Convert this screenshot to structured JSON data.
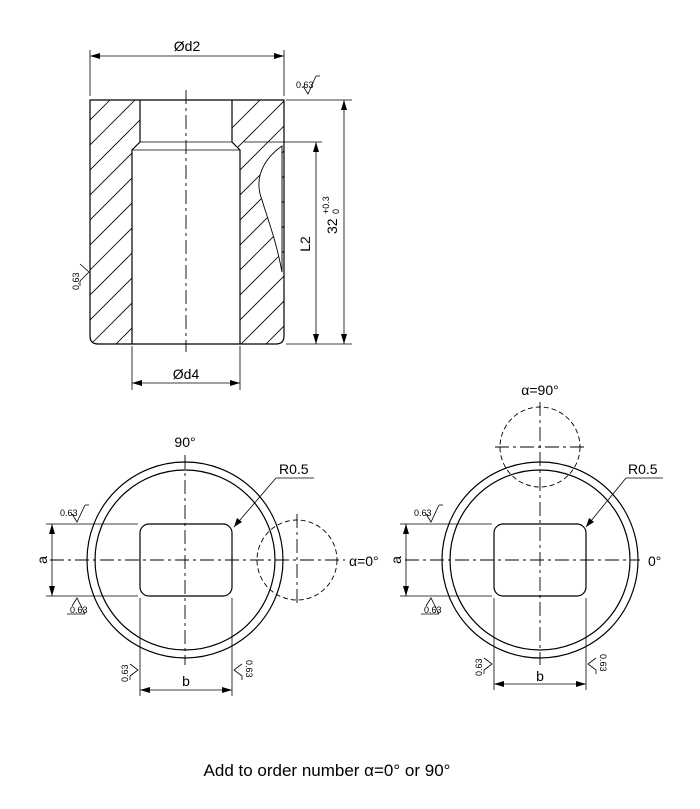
{
  "top_view": {
    "dim_d2": "Ød2",
    "dim_d4": "Ød4",
    "dim_l2": "L2",
    "dim_32": "32",
    "tol_upper": "+0.3",
    "tol_lower": "0",
    "roughness_top": "0.63",
    "roughness_left": "0.63"
  },
  "left_view": {
    "angle_top": "90°",
    "angle_right": "α=0°",
    "radius": "R0.5",
    "dim_a": "a",
    "dim_b": "b",
    "rough_tl": "0.63",
    "rough_bl": "0.63",
    "rough_b1": "0.63",
    "rough_b2": "0.63"
  },
  "right_view": {
    "angle_top": "α=90°",
    "angle_right": "0°",
    "radius": "R0.5",
    "dim_a": "a",
    "dim_b": "b",
    "rough_tl": "0.63",
    "rough_bl": "0.63",
    "rough_b1": "0.63",
    "rough_b2": "0.63"
  },
  "footer": {
    "note": "Add to order number α=0° or 90°"
  }
}
